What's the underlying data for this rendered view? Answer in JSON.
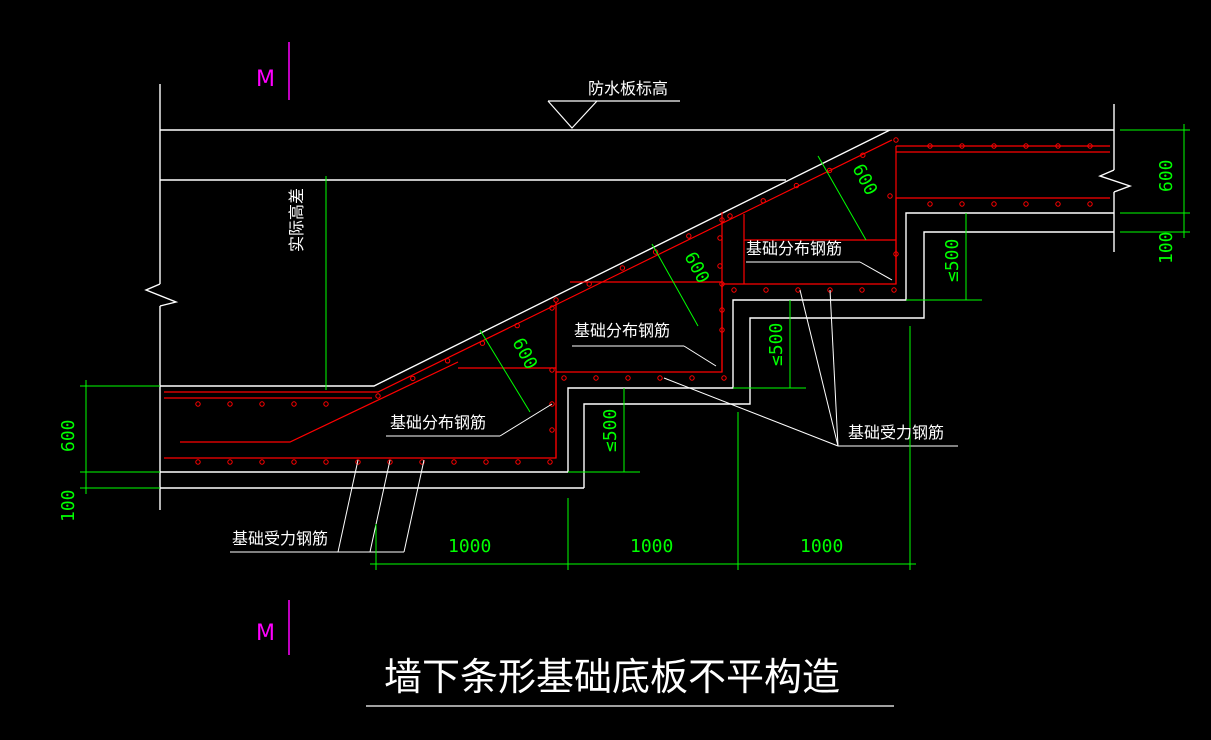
{
  "colors": {
    "background": "#000000",
    "outline": "#ffffff",
    "rebar": "#ff0000",
    "dimension": "#00ff00",
    "section_mark": "#ff00ff",
    "label_text": "#ffffff"
  },
  "section_mark_top": "M",
  "section_mark_bottom": "M",
  "title": "墙下条形基础底板不平构造",
  "waterproof_level_label": "防水板标高",
  "height_difference_label": "实际高差",
  "labels": {
    "distribution_rebar_1": "基础分布钢筋",
    "distribution_rebar_2": "基础分布钢筋",
    "distribution_rebar_3": "基础分布钢筋",
    "stressed_rebar_left": "基础受力钢筋",
    "stressed_rebar_right": "基础受力钢筋"
  },
  "dimensions": {
    "left_600": "600",
    "left_100": "100",
    "right_600": "600",
    "right_100": "100",
    "slope_600_a": "600",
    "slope_600_b": "600",
    "slope_600_c": "600",
    "step_500_a": "≤500",
    "step_500_b": "≤500",
    "step_500_c": "≤500",
    "span_1": "1000",
    "span_2": "1000",
    "span_3": "1000"
  }
}
